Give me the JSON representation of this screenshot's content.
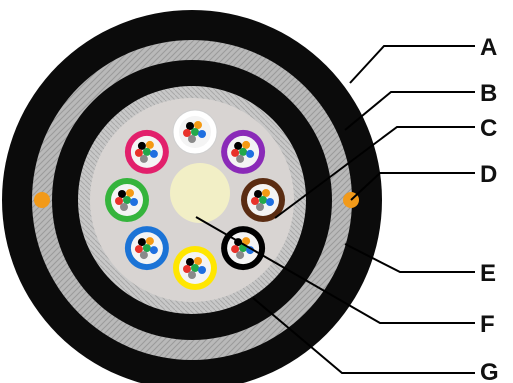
{
  "diagram": {
    "labels": [
      "A",
      "B",
      "C",
      "D",
      "E",
      "F",
      "G"
    ],
    "colors": {
      "outer_jacket": "#0b0b0b",
      "armor_band": "#b9b9b9",
      "inner_jacket": "#0b0b0b",
      "core_filler": "#d8d4d2",
      "center_member": "#f2efc6",
      "ripcord": "#f29a1a",
      "tube_colors": [
        "#ffffff",
        "#8a2ab8",
        "#5a2c12",
        "#000000",
        "#ffe600",
        "#1b73d6",
        "#35b43c",
        "#e2206c"
      ],
      "fiber_colors": [
        "#000000",
        "#f59a13",
        "#e8322a",
        "#22a94a",
        "#1f6fe0",
        "#8a8a8a"
      ]
    }
  }
}
